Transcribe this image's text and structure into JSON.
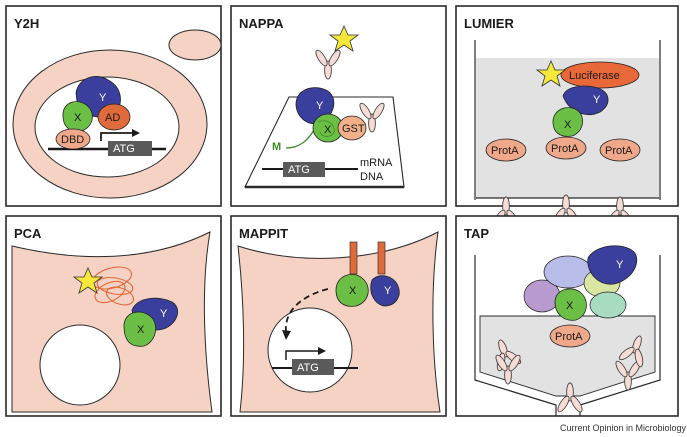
{
  "colors": {
    "panel_border": "#2a2a2a",
    "cell_fill": "#f5d2c4",
    "green_protein": "#6bbf45",
    "blue_protein": "#3a3f9e",
    "orange_domain": "#e06a3a",
    "salmon_domain": "#f0a88a",
    "antibody_fill": "#f6dcd4",
    "gst_fill": "#f2b08a",
    "luciferase_fill": "#e8683a",
    "star": "#f5e83a",
    "well_fill": "#e2e2e2",
    "gene_box": "#5a5a5a"
  },
  "panels": [
    {
      "title": "Y2H",
      "labels": {
        "x": "X",
        "y": "Y",
        "ad": "AD",
        "dbd": "DBD",
        "atg": "ATG"
      }
    },
    {
      "title": "NAPPA",
      "labels": {
        "x": "X",
        "y": "Y",
        "gst": "GST",
        "m": "M",
        "atg": "ATG",
        "mrna": "mRNA",
        "dna": "DNA"
      }
    },
    {
      "title": "LUMIER",
      "labels": {
        "luciferase": "Luciferase",
        "y": "Y",
        "x": "X",
        "prota": "ProtA"
      }
    },
    {
      "title": "PCA",
      "labels": {
        "x": "X",
        "y": "Y"
      }
    },
    {
      "title": "MAPPIT",
      "labels": {
        "x": "X",
        "y": "Y",
        "atg": "ATG"
      }
    },
    {
      "title": "TAP",
      "labels": {
        "x": "X",
        "y": "Y",
        "prota": "ProtA"
      }
    }
  ],
  "credit": "Current Opinion in Microbiology"
}
